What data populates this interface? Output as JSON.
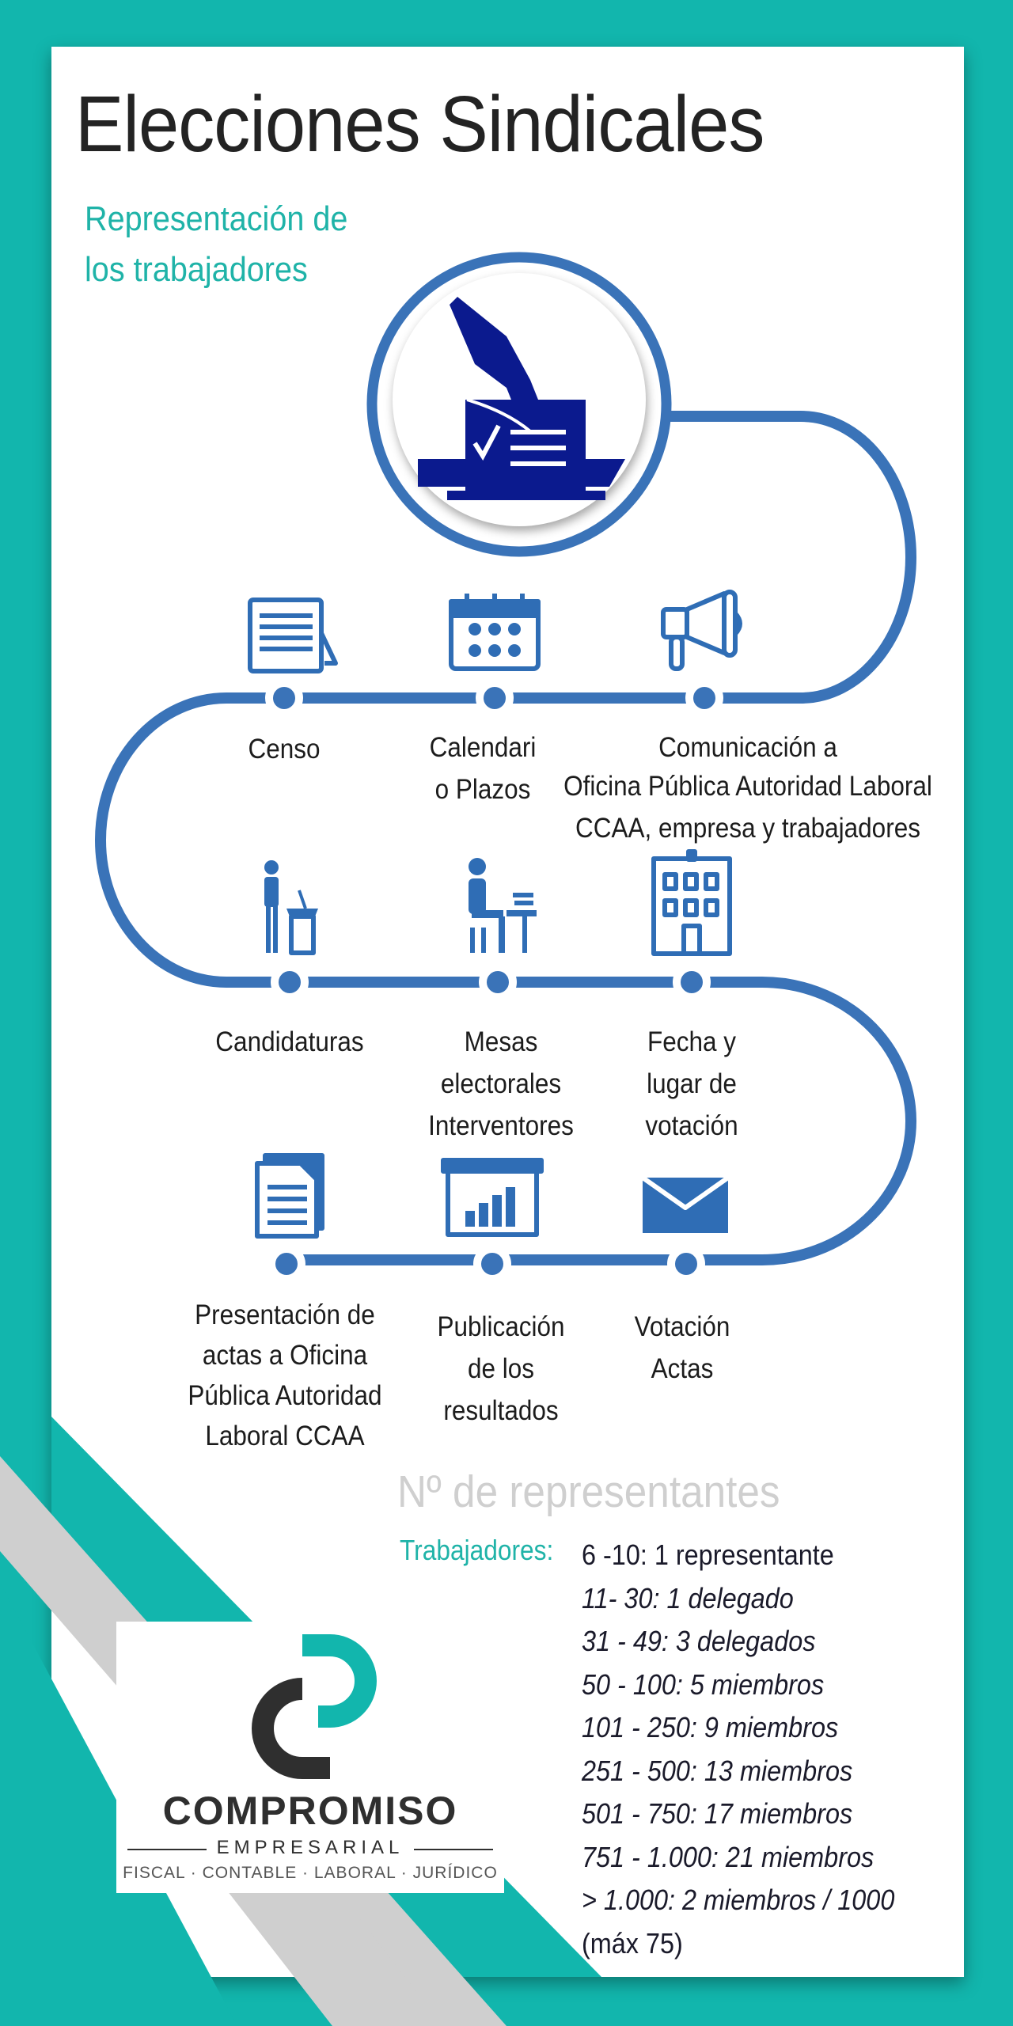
{
  "title": "Elecciones Sindicales",
  "subtitle": [
    "Representación de",
    "los trabajadores"
  ],
  "colors": {
    "teal": "#12b6ad",
    "path_blue": "#3a73b8",
    "icon_blue": "#2f6db5",
    "navy": "#0b1a8e",
    "gray": "#cfcfcf"
  },
  "hero_icon": "ballot-box-icon",
  "steps": [
    {
      "icon": "document-icon",
      "lines": [
        "Censo"
      ]
    },
    {
      "icon": "calendar-icon",
      "lines": [
        "Calendari",
        "o  Plazos"
      ]
    },
    {
      "icon": "megaphone-icon",
      "lines": [
        "Comunicación a",
        "Oficina Pública Autoridad Laboral",
        "CCAA, empresa y trabajadores"
      ]
    },
    {
      "icon": "speaker-podium-icon",
      "lines": [
        "Candidaturas"
      ]
    },
    {
      "icon": "person-at-desk-icon",
      "lines": [
        "Mesas",
        "electorales",
        "Interventores"
      ]
    },
    {
      "icon": "building-icon",
      "lines": [
        "Fecha y",
        "lugar de",
        "votación"
      ]
    },
    {
      "icon": "files-icon",
      "lines": [
        "Presentación de",
        "actas a Oficina",
        "Pública Autoridad",
        "Laboral CCAA"
      ]
    },
    {
      "icon": "bar-chart-board-icon",
      "lines": [
        "Publicación",
        "de los",
        "resultados"
      ]
    },
    {
      "icon": "envelope-icon",
      "lines": [
        "Votación",
        "Actas"
      ]
    }
  ],
  "representatives": {
    "heading": "Nº de representantes",
    "label": "Trabajadores:",
    "items": [
      "6 -10: 1 representante",
      "11- 30: 1 delegado",
      "31 - 49: 3 delegados",
      "50 - 100: 5 miembros",
      "101 - 250: 9 miembros",
      "251 - 500: 13 miembros",
      "501 - 750: 17 miembros",
      "751 - 1.000: 21 miembros",
      "> 1.000: 2 miembros / 1000",
      "(máx 75)"
    ]
  },
  "logo": {
    "name": "COMPROMISO",
    "sub": "EMPRESARIAL",
    "tagline": "FISCAL · CONTABLE · LABORAL · JURÍDICO"
  }
}
